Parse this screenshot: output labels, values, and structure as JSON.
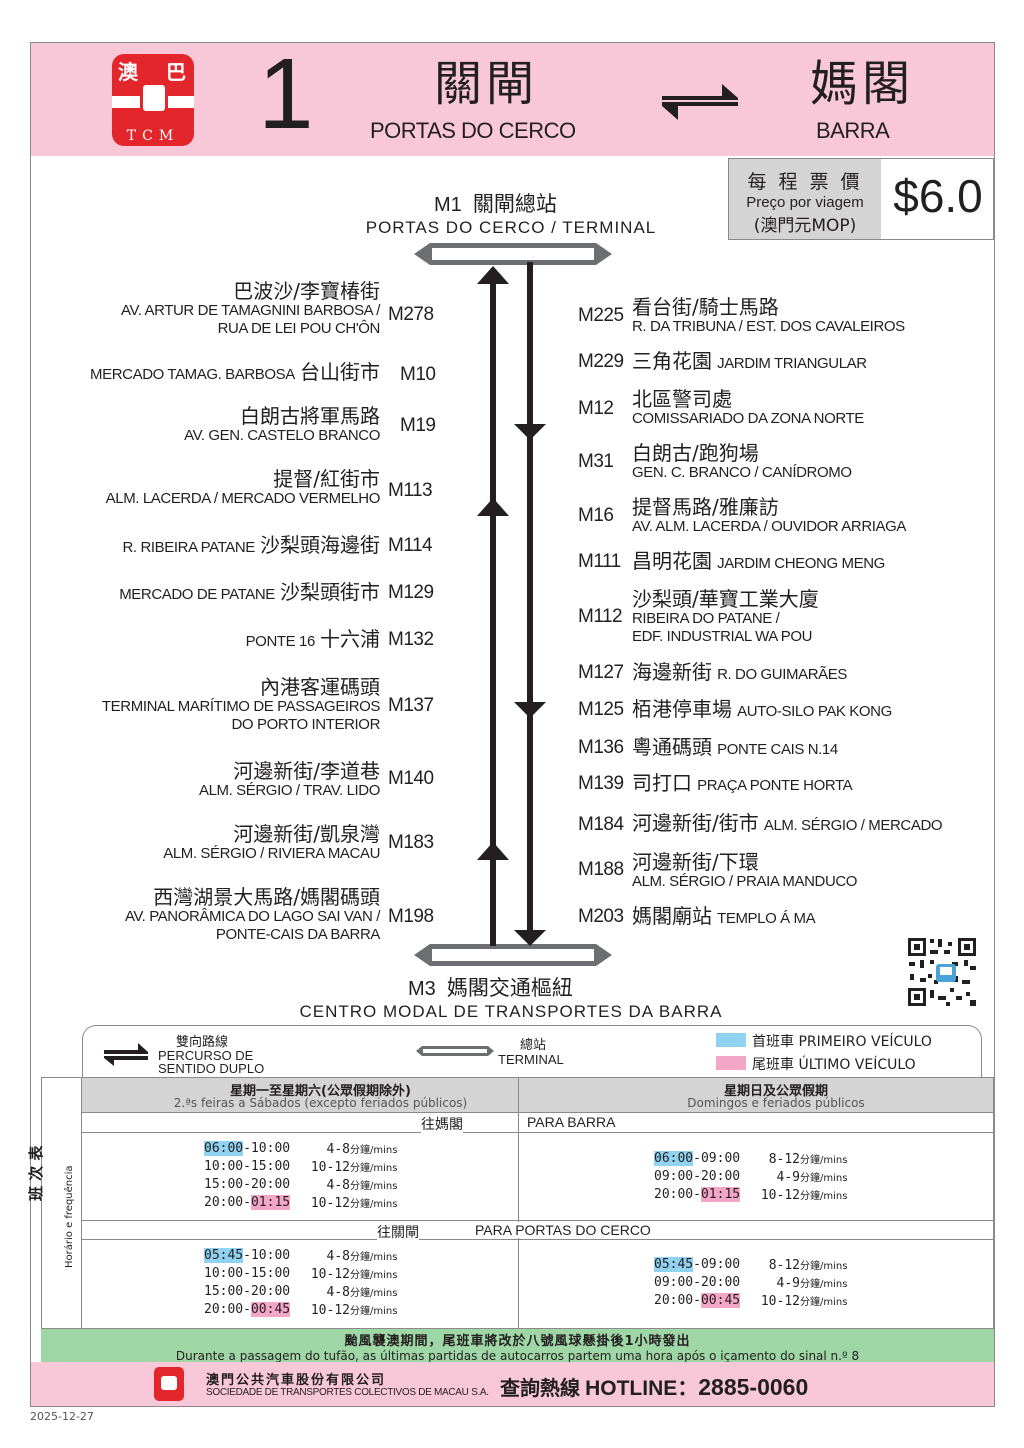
{
  "header": {
    "logo": {
      "char_left": "澳",
      "char_right": "巴",
      "text": "TCM",
      "icon": "bus-icon"
    },
    "route_number": "1",
    "origin_zh": "關閘",
    "origin_pt": "PORTAS DO CERCO",
    "destination_zh": "媽閣",
    "destination_pt": "BARRA",
    "direction_icon": "bidirectional-arrows-icon"
  },
  "fare": {
    "label_zh": "每 程 票 價",
    "label_pt": "Preço por viagem",
    "currency": "(澳門元MOP)",
    "value": "$6.0"
  },
  "terminals": {
    "top": {
      "code": "M1",
      "zh": "關閘總站",
      "pt": "PORTAS DO CERCO / TERMINAL"
    },
    "bottom": {
      "code": "M3",
      "zh": "媽閣交通樞紐",
      "pt": "CENTRO MODAL DE TRANSPORTES DA BARRA"
    }
  },
  "stops_left": [
    {
      "code": "M278",
      "zh": "巴波沙/李寶椿街",
      "pt": [
        "AV. ARTUR DE TAMAGNINI BARBOSA /",
        "RUA DE LEI POU CH'ÔN"
      ]
    },
    {
      "code": "M10",
      "zh": "台山街市",
      "pt_inline": "MERCADO TAMAG. BARBOSA"
    },
    {
      "code": "M19",
      "zh": "白朗古將軍馬路",
      "pt": [
        "AV. GEN. CASTELO BRANCO"
      ]
    },
    {
      "code": "M113",
      "zh": "提督/紅街市",
      "pt": [
        "ALM. LACERDA / MERCADO VERMELHO"
      ]
    },
    {
      "code": "M114",
      "zh": "沙梨頭海邊街",
      "pt_inline": "R. RIBEIRA  PATANE"
    },
    {
      "code": "M129",
      "zh": "沙梨頭街市",
      "pt_inline": "MERCADO DE PATANE"
    },
    {
      "code": "M132",
      "zh": "十六浦",
      "pt_inline": "PONTE 16"
    },
    {
      "code": "M137",
      "zh": "內港客運碼頭",
      "pt": [
        "TERMINAL MARÍTIMO DE PASSAGEIROS",
        "DO PORTO INTERIOR"
      ]
    },
    {
      "code": "M140",
      "zh": "河邊新街/李道巷",
      "pt": [
        "ALM. SÉRGIO / TRAV. LIDO"
      ]
    },
    {
      "code": "M183",
      "zh": "河邊新街/凱泉灣",
      "pt": [
        "ALM. SÉRGIO / RIVIERA  MACAU"
      ]
    },
    {
      "code": "M198",
      "zh": "西灣湖景大馬路/媽閣碼頭",
      "pt": [
        "AV. PANORÂMICA DO LAGO SAI VAN /",
        "PONTE-CAIS DA BARRA"
      ]
    }
  ],
  "stops_right": [
    {
      "code": "M225",
      "zh": "看台街/騎士馬路",
      "pt": [
        "R. DA TRIBUNA / EST. DOS CAVALEIROS"
      ]
    },
    {
      "code": "M229",
      "zh": "三角花園",
      "pt_inline": "JARDIM TRIANGULAR"
    },
    {
      "code": "M12",
      "zh": "北區警司處",
      "pt": [
        "COMISSARIADO DA ZONA NORTE"
      ]
    },
    {
      "code": "M31",
      "zh": "白朗古/跑狗場",
      "pt": [
        "GEN. C. BRANCO / CANÍDROMO"
      ]
    },
    {
      "code": "M16",
      "zh": "提督馬路/雅廉訪",
      "pt": [
        "AV. ALM. LACERDA / OUVIDOR ARRIAGA"
      ]
    },
    {
      "code": "M111",
      "zh": "昌明花園",
      "pt_inline": "JARDIM CHEONG MENG"
    },
    {
      "code": "M112",
      "zh": "沙梨頭/華寶工業大廈",
      "pt": [
        "RIBEIRA DO PATANE /",
        "EDF. INDUSTRIAL WA POU"
      ]
    },
    {
      "code": "M127",
      "zh": "海邊新街",
      "pt_inline": " R. DO GUIMARÃES"
    },
    {
      "code": "M125",
      "zh": "栢港停車場",
      "pt_inline": "AUTO-SILO PAK KONG"
    },
    {
      "code": "M136",
      "zh": "粵通碼頭",
      "pt_inline": "PONTE CAIS N.14"
    },
    {
      "code": "M139",
      "zh": "司打口",
      "pt_inline": " PRAÇA PONTE HORTA"
    },
    {
      "code": "M184",
      "zh": "河邊新街/街市",
      "pt_inline": "ALM. SÉRGIO / MERCADO"
    },
    {
      "code": "M188",
      "zh": "河邊新街/下環",
      "pt": [
        "ALM. SÉRGIO / PRAIA MANDUCO"
      ]
    },
    {
      "code": "M203",
      "zh": "媽閣廟站",
      "pt_inline": "TEMPLO Á MA"
    }
  ],
  "legend": {
    "bidirectional_zh": "雙向路線",
    "bidirectional_pt": [
      "PERCURSO DE",
      "SENTIDO DUPLO"
    ],
    "terminal_zh": "總站",
    "terminal_pt": "TERMINAL",
    "first_zh": "首班車",
    "first_pt": "PRIMEIRO VEÍCULO",
    "last_zh": "尾班車",
    "last_pt": "ÚLTIMO VEÍCULO",
    "colors": {
      "first": "#8fd3f0",
      "last": "#f4a6c6"
    }
  },
  "timetable": {
    "side_zh": "班 次 表",
    "side_pt": "Horário e frequência",
    "weekday_zh": "星期一至星期六(公眾假期除外)",
    "weekday_pt": "2.ªs feiras a Sábados (excepto feriados públicos)",
    "holiday_zh": "星期日及公眾假期",
    "holiday_pt": "Domingos e feriados públicos",
    "unit": "分鐘/mins",
    "directions": [
      {
        "zh": "往媽閣",
        "pt": "PARA BARRA",
        "weekday": [
          {
            "start": "06:00",
            "end": "10:00",
            "freq": "4-8",
            "first": true
          },
          {
            "start": "10:00",
            "end": "15:00",
            "freq": "10-12"
          },
          {
            "start": "15:00",
            "end": "20:00",
            "freq": "4-8"
          },
          {
            "start": "20:00",
            "end": "01:15",
            "freq": "10-12",
            "last": true
          }
        ],
        "holiday": [
          {
            "start": "06:00",
            "end": "09:00",
            "freq": "8-12",
            "first": true
          },
          {
            "start": "09:00",
            "end": "20:00",
            "freq": "4-9"
          },
          {
            "start": "20:00",
            "end": "01:15",
            "freq": "10-12",
            "last": true
          }
        ]
      },
      {
        "zh": "往關閘",
        "pt": "PARA  PORTAS DO CERCO",
        "weekday": [
          {
            "start": "05:45",
            "end": "10:00",
            "freq": "4-8",
            "first": true
          },
          {
            "start": "10:00",
            "end": "15:00",
            "freq": "10-12"
          },
          {
            "start": "15:00",
            "end": "20:00",
            "freq": "4-8"
          },
          {
            "start": "20:00",
            "end": "00:45",
            "freq": "10-12",
            "last": true
          }
        ],
        "holiday": [
          {
            "start": "05:45",
            "end": "09:00",
            "freq": "8-12",
            "first": true
          },
          {
            "start": "09:00",
            "end": "20:00",
            "freq": "4-9"
          },
          {
            "start": "20:00",
            "end": "00:45",
            "freq": "10-12",
            "last": true
          }
        ]
      }
    ]
  },
  "notice": {
    "zh": "颱風襲澳期間，尾班車將改於八號風球懸掛後1小時發出",
    "pt": "Durante a passagem do tufão, as últimas partidas de autocarros partem uma hora após o içamento do sinal n.º 8"
  },
  "footer": {
    "company_zh": "澳門公共汽車股份有限公司",
    "company_pt": "SOCIEDADE DE TRANSPORTES COLECTIVOS DE MACAU S.A.",
    "hotline_zh": "查詢熱線",
    "hotline_label": "HOTLINE：",
    "hotline_number": "2885-0060"
  },
  "date": "2025-12-27",
  "qr_icon": "qr-code-icon"
}
